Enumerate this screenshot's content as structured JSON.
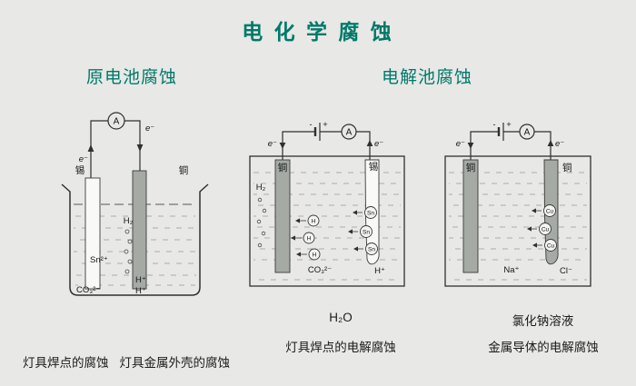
{
  "page": {
    "title": "电 化 学 腐 蚀"
  },
  "sections": {
    "galvanic": {
      "heading": "原电池腐蚀"
    },
    "electrolytic": {
      "heading": "电解池腐蚀"
    }
  },
  "galvanic": {
    "ammeter": "A",
    "electron_up": "e⁻",
    "electron_down": "e⁻",
    "tin_label": "锡",
    "copper_label": "铜",
    "h2": "H₂",
    "sn_ion": "Sn²⁺",
    "carbonate": "CO₃²⁻",
    "h_ion_1": "H⁺",
    "h_ion_2": "H⁺",
    "caption_left": "灯具焊点的腐蚀",
    "caption_right": "灯具金属外壳的腐蚀"
  },
  "solder_cell": {
    "minus": "-",
    "plus": "+",
    "ammeter": "A",
    "electron_left": "e⁻",
    "electron_right": "e⁻",
    "cathode_label": "铜",
    "anode_label": "锡",
    "h2": "H₂",
    "h_particle": "H",
    "sn_particle": "Sn",
    "carbonate": "CO₃²⁻",
    "h_ion": "H⁺",
    "solution": "H₂O",
    "caption": "灯具焊点的电解腐蚀"
  },
  "conductor_cell": {
    "minus": "-",
    "plus": "+",
    "ammeter": "A",
    "electron_left": "e⁻",
    "electron_right": "e⁻",
    "cathode_label": "铜",
    "anode_label": "铜",
    "cu_particle": "Cu",
    "na_ion": "Na⁺",
    "cl_ion": "Cl⁻",
    "solution": "氯化钠溶液",
    "caption": "金属导体的电解腐蚀"
  },
  "colors": {
    "accent": "#00796a",
    "background": "#e8e8e6",
    "electrode": "#a5aaa5",
    "line": "#2f2f2f"
  }
}
